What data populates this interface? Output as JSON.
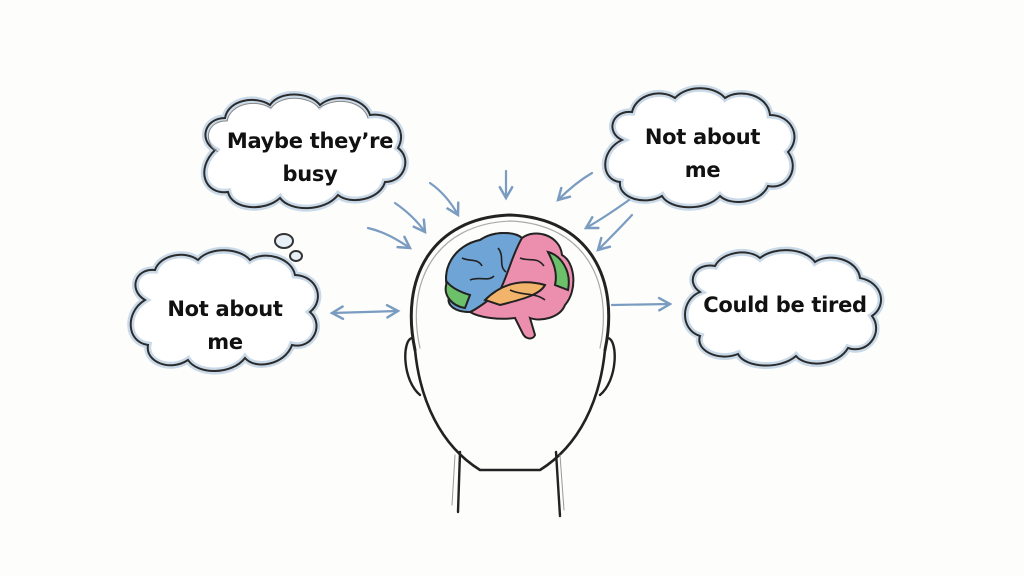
{
  "thoughts": [
    {
      "id": "top-left",
      "lines": [
        "Maybe they’re",
        "busy"
      ]
    },
    {
      "id": "top-right",
      "lines": [
        "Not about",
        "me"
      ]
    },
    {
      "id": "mid-left",
      "lines": [
        "Not about",
        "me"
      ]
    },
    {
      "id": "mid-right",
      "lines": [
        "Could be tired"
      ]
    }
  ],
  "colors": {
    "background": "#fdfdfc",
    "outline": "#2b2b2b",
    "cloud_shade": "#c9d9e8",
    "arrow": "#7a9cc0",
    "brain_blue": "#6fa5d6",
    "brain_pink": "#ec8fae",
    "brain_green": "#6cc06a",
    "brain_orange": "#f2b36b"
  },
  "icons": {
    "head": "head-outline-icon",
    "brain": "brain-icon",
    "cloud": "thought-cloud-icon",
    "arrow": "arrow-icon"
  }
}
